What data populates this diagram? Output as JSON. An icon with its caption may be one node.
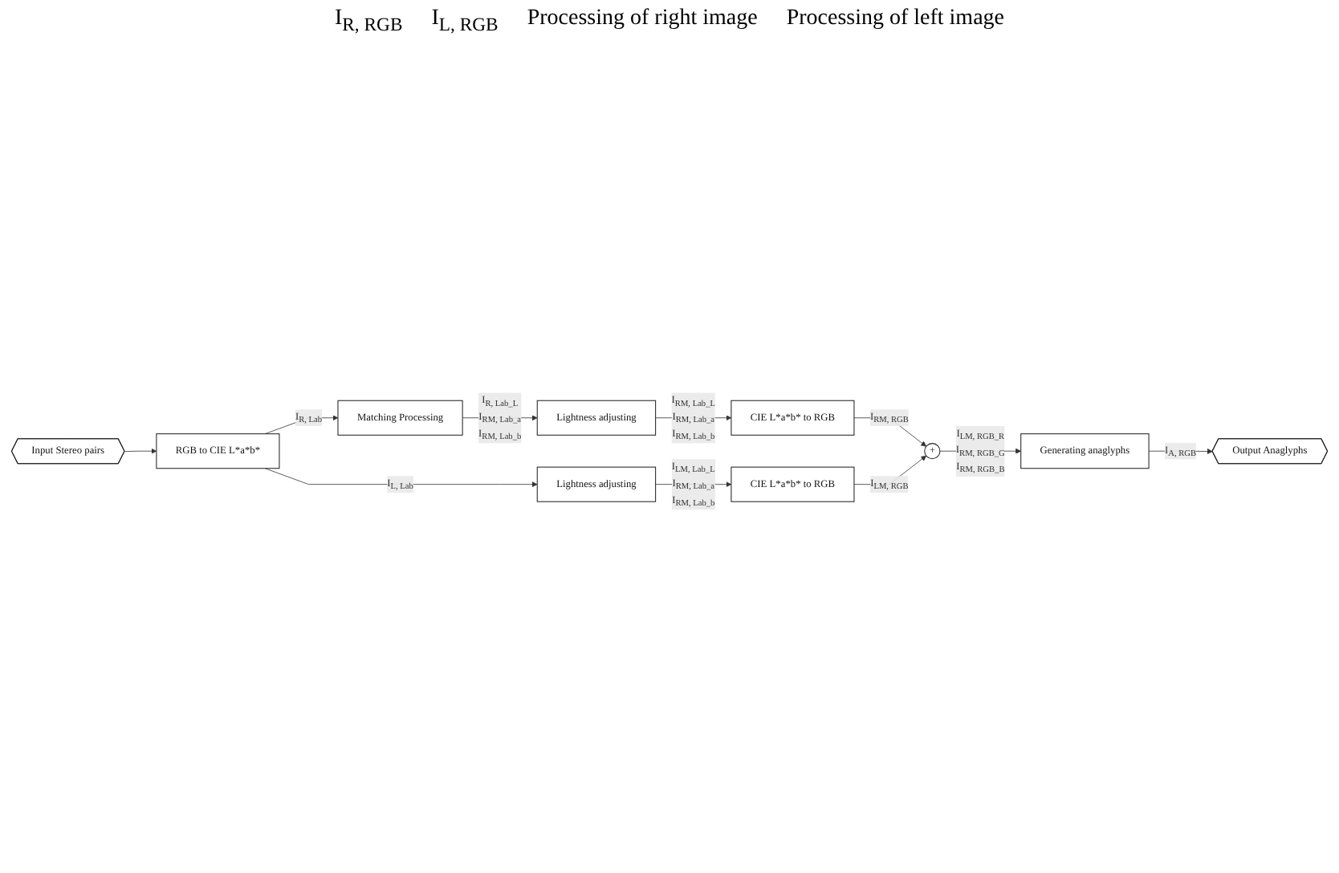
{
  "diagram": {
    "nodes": [
      {
        "text": [
          "Input Stereo pairs"
        ]
      },
      {
        "text": [
          "RGB to CIE L*a*b*"
        ]
      },
      {
        "text": [
          "Matching Processing"
        ]
      },
      {
        "text": [
          "Lightness adjusting"
        ]
      },
      {
        "text": [
          "CIE L*a*b* to RGB"
        ]
      },
      {
        "text": [
          "+"
        ]
      },
      {
        "text": [
          "Lightness adjusting"
        ]
      },
      {
        "text": [
          "CIE L*a*b* to RGB"
        ]
      },
      {
        "text": [
          "Generating anaglyphs"
        ]
      },
      {
        "text": [
          "Output Anaglyphs"
        ]
      }
    ],
    "edges": [
      {
        "from": 0,
        "to": 1,
        "arrow": "to"
      },
      {
        "from": 1,
        "to": 2,
        "arrow": "to",
        "label": "I$_{R, Lab}$"
      },
      {
        "from": 1,
        "to": 6,
        "arrow": "to",
        "label": "I$_{L, Lab}$"
      },
      {
        "from": 2,
        "to": 3,
        "arrow": "to",
        "label": "I$_{R, Lab_L}$ I$_{RM, Lab_a}$ I$_{RM, Lab_b}$"
      },
      {
        "from": 3,
        "to": 4,
        "arrow": "to",
        "label": "I$_{RM, Lab_L}$ I$_{RM, Lab_a}$ I$_{RM, Lab_b}$"
      },
      {
        "from": 4,
        "to": 5,
        "arrow": "to",
        "label": "I$_{RM, RGB}$"
      },
      {
        "from": 6,
        "to": 7,
        "arrow": "to",
        "label": "I$_{LM, Lab_L}$ I$_{RM, Lab_a}$ I$_{RM, Lab_b}$"
      },
      {
        "from": 7,
        "to": 5,
        "arrow": "to",
        "label": "I$_{LM, RGB}$"
      },
      {
        "from": 5,
        "to": 8,
        "arrow": "to",
        "label": "I$_{LM, RGB_R}$ I$_{RM, RGB_G}$ I$_{RM, RGB_B}$"
      },
      {
        "from": 8,
        "to": 9,
        "arrow": "to",
        "label": "I$_{A, RGB}$"
      }
    ],
    "labels": [
      "I$_{R, RGB}$",
      "I$_{L, RGB}$",
      "Processing of right image",
      "Processing of left image"
    ]
  }
}
